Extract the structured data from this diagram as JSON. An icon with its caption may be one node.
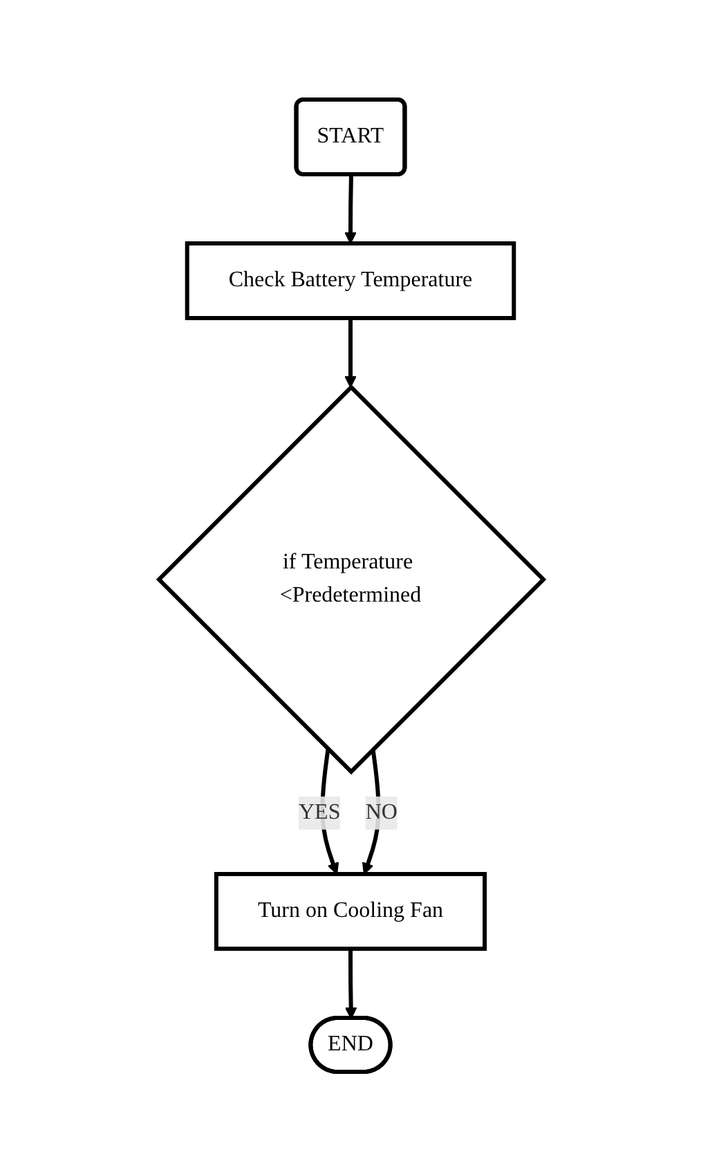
{
  "diagram": {
    "nodes": [
      {
        "text": [
          "START"
        ]
      },
      {
        "text": [
          "Check Battery Temperature"
        ]
      },
      {
        "text": [
          "if Temperature <Predetermined"
        ]
      },
      {
        "text": [
          "Turn on Cooling Fan"
        ]
      },
      {
        "text": [
          "END"
        ]
      }
    ],
    "edges": [
      {
        "from": 0,
        "to": 1,
        "arrow": "to"
      },
      {
        "from": 1,
        "to": 2,
        "arrow": "to"
      },
      {
        "from": 2,
        "to": 3,
        "arrow": "to",
        "label": "YES"
      },
      {
        "from": 2,
        "to": 3,
        "arrow": "to",
        "label": "NO"
      },
      {
        "from": 3,
        "to": 4,
        "arrow": "to"
      }
    ]
  }
}
